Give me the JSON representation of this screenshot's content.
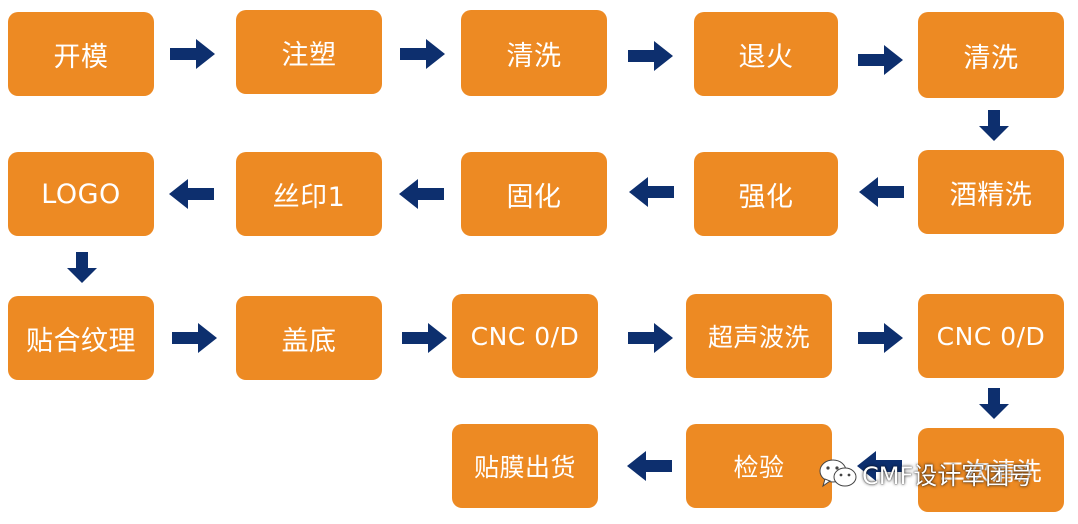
{
  "diagram": {
    "steps": [
      {
        "id": "s1",
        "label": "开模"
      },
      {
        "id": "s2",
        "label": "注塑"
      },
      {
        "id": "s3",
        "label": "清洗"
      },
      {
        "id": "s4",
        "label": "退火"
      },
      {
        "id": "s5",
        "label": "清洗"
      },
      {
        "id": "s6",
        "label": "酒精洗"
      },
      {
        "id": "s7",
        "label": "强化"
      },
      {
        "id": "s8",
        "label": "固化"
      },
      {
        "id": "s9",
        "label": "丝印1"
      },
      {
        "id": "s10",
        "label": "LOGO"
      },
      {
        "id": "s11",
        "label": "贴合纹理"
      },
      {
        "id": "s12",
        "label": "盖底"
      },
      {
        "id": "s13",
        "label": "CNC 0/D"
      },
      {
        "id": "s14",
        "label": "超声波洗"
      },
      {
        "id": "s15",
        "label": "CNC 0/D"
      },
      {
        "id": "s16",
        "label": "二次清洗"
      },
      {
        "id": "s17",
        "label": "检验"
      },
      {
        "id": "s18",
        "label": "贴膜出货"
      }
    ],
    "box_color": "#ED8A23",
    "arrow_color": "#0D2F6E",
    "text_color": "#FFFFFF"
  },
  "watermark": {
    "text": "CMF设计军团号",
    "icon": "wechat-icon"
  }
}
